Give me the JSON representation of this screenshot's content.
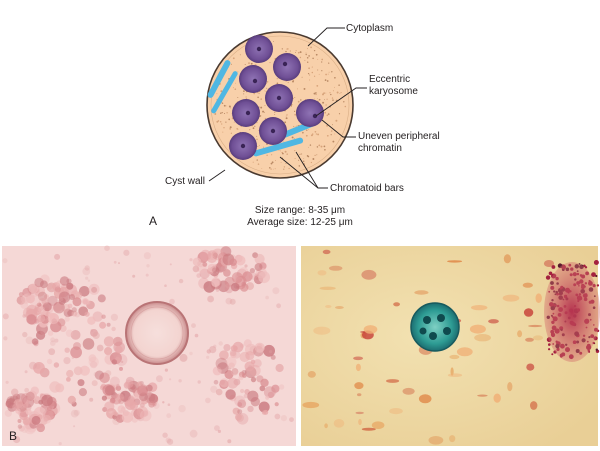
{
  "panel_a": {
    "letter": "A",
    "labels": {
      "cytoplasm": "Cytoplasm",
      "eccentric_karyosome_line1": "Eccentric",
      "eccentric_karyosome_line2": "karyosome",
      "uneven_chromatin_line1": "Uneven peripheral",
      "uneven_chromatin_line2": "chromatin",
      "cyst_wall": "Cyst wall",
      "chromatoid_bars": "Chromatoid bars"
    },
    "size_range": "Size range: 8-35 μm",
    "average_size": "Average size: 12-25 μm"
  },
  "panel_b": {
    "letter": "B"
  },
  "colors": {
    "cyst_fill": "#f8d0aa",
    "nucleus": "#7b5a9e",
    "chromatoid": "#4fb7e3",
    "photo_b_bg": "#f5d8d6",
    "photo_c_bg": "#efd9a3"
  }
}
